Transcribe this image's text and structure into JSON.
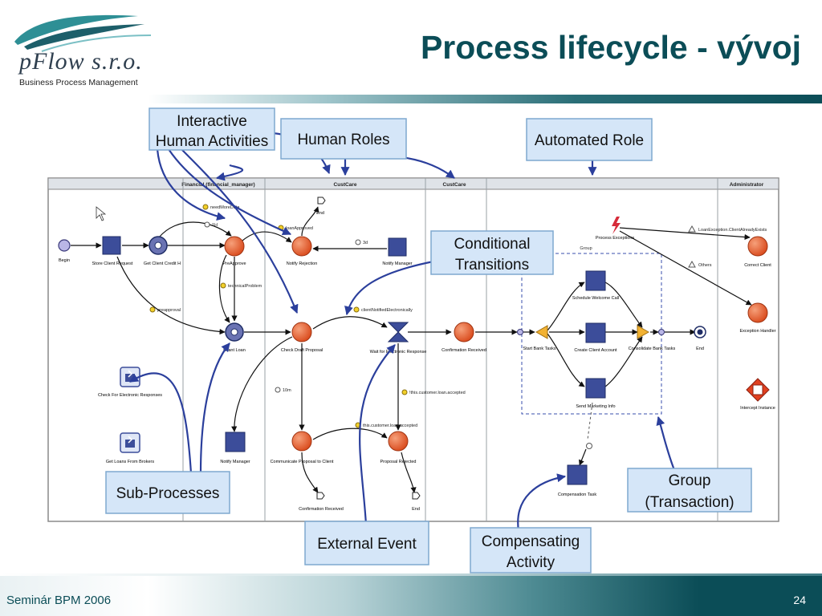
{
  "logo": {
    "name": "pFlow s.r.o.",
    "tagline": "Business Process Management"
  },
  "title": "Process lifecycle - vývoj",
  "diagram": {
    "lanes": [
      "Financial (financial_manager)",
      "CustCare",
      "CustCare",
      "",
      "Administrator"
    ],
    "callouts": [
      {
        "id": "interactive-human-activities",
        "lines": [
          "Interactive",
          "Human Activities"
        ]
      },
      {
        "id": "human-roles",
        "lines": [
          "Human Roles"
        ]
      },
      {
        "id": "automated-role",
        "lines": [
          "Automated Role"
        ]
      },
      {
        "id": "conditional-transitions",
        "lines": [
          "Conditional",
          "Transitions"
        ]
      },
      {
        "id": "sub-processes",
        "lines": [
          "Sub-Processes"
        ]
      },
      {
        "id": "external-event",
        "lines": [
          "External Event"
        ]
      },
      {
        "id": "compensating-activity",
        "lines": [
          "Compensating",
          "Activity"
        ]
      },
      {
        "id": "group-transaction",
        "lines": [
          "Group",
          "(Transaction)"
        ]
      }
    ],
    "nodes": {
      "begin": "Begin",
      "store_client_request": "Store Client Request",
      "get_client_credit": "Get Client Credit H",
      "preapprove": "PreApprove",
      "notify_rejection": "Notify Rejection",
      "notify_manager_top": "Notify Manager",
      "end_top": "End",
      "grant_loan": "Grant Loan",
      "check_draft_proposal": "Check Draft Proposal",
      "wait_electronic_response": "Wait for Electronic Response",
      "confirmation_received_top": "Confirmation Received",
      "start_bank_tasks": "Start Bank Tasks",
      "schedule_welcome_call": "Schedule Welcome Call",
      "create_client_account": "Create Client Account",
      "consolidate_bank_tasks": "Consolidate Bank Tasks",
      "send_marketing_info": "Send Marketing Info",
      "end_main": "End",
      "check_electronic_responses": "Check For Electronic Responses",
      "get_loans_from_brokers": "Get Loans From Brokers",
      "notify_manager_bottom": "Notify Manager",
      "communicate_proposal": "Communicate Proposal to Client",
      "proposal_rejected": "Proposal Rejected",
      "confirmation_received_bottom": "Confirmation Received",
      "end_bottom": "End",
      "compensation_task": "Compensation Task",
      "process_exceptions": "Process Exceptions",
      "correct_client": "Correct Client",
      "exception_handler": "Exception Handler",
      "intercept_instance": "Intercept Instance",
      "group": "Group"
    },
    "conditions": {
      "need_more_data": "needMoreData",
      "one_h": "1H",
      "loan_approved": "loanApproved",
      "three_d": "3d",
      "technical_problem": "technicalProblem",
      "preapproval": "preapproval",
      "client_notified": "clientNotifiedElectronically",
      "ten_m": "10m",
      "customer_loan_accepted_a": "this.customer.loan.accepted",
      "customer_loan_accepted_b": "!this.customer.loan.accepted",
      "loan_exception": "LoanException.ClientAlreadyExists",
      "others": "Others"
    }
  },
  "footer": {
    "left": "Seminár BPM 2006",
    "page": "24"
  },
  "colors": {
    "title": "#0b4d57",
    "callout_fill": "#d5e6f8",
    "callout_border": "#7ea8cf",
    "arrow": "#2b3f9c",
    "activity_orange": "#e0592d",
    "task_blue": "#3c4d9a"
  }
}
